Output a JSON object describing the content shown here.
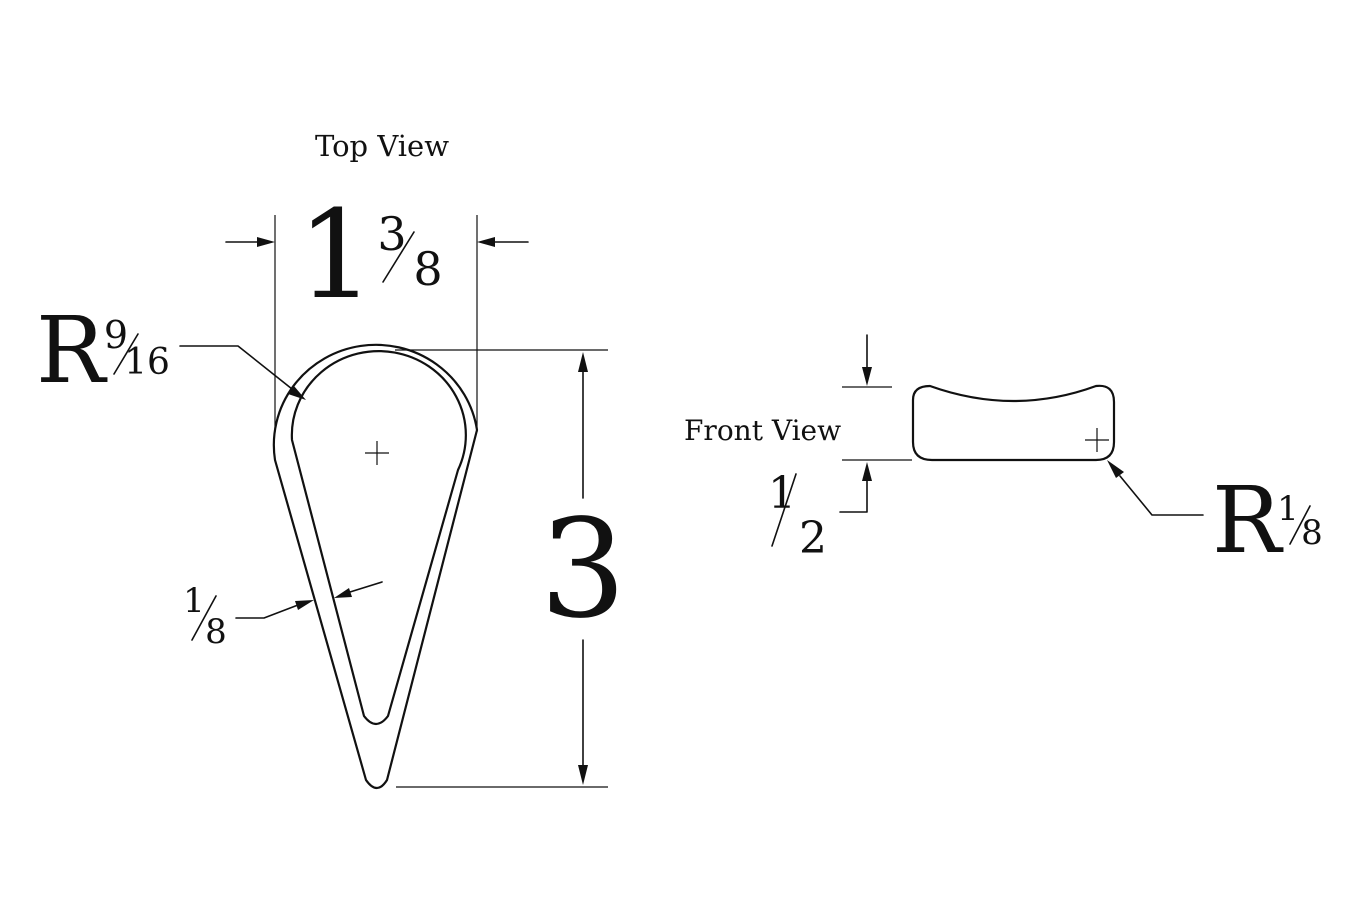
{
  "views": {
    "top": {
      "title": "Top View",
      "width_whole": "1",
      "width_num": "3",
      "width_den": "8",
      "radius_prefix": "R",
      "radius_num": "9",
      "radius_den": "16",
      "height_whole": "3",
      "wall_num": "1",
      "wall_den": "8"
    },
    "front": {
      "title": "Front View",
      "thickness_num": "1",
      "thickness_den": "2",
      "radius_prefix": "R",
      "radius_num": "1",
      "radius_den": "8"
    }
  }
}
